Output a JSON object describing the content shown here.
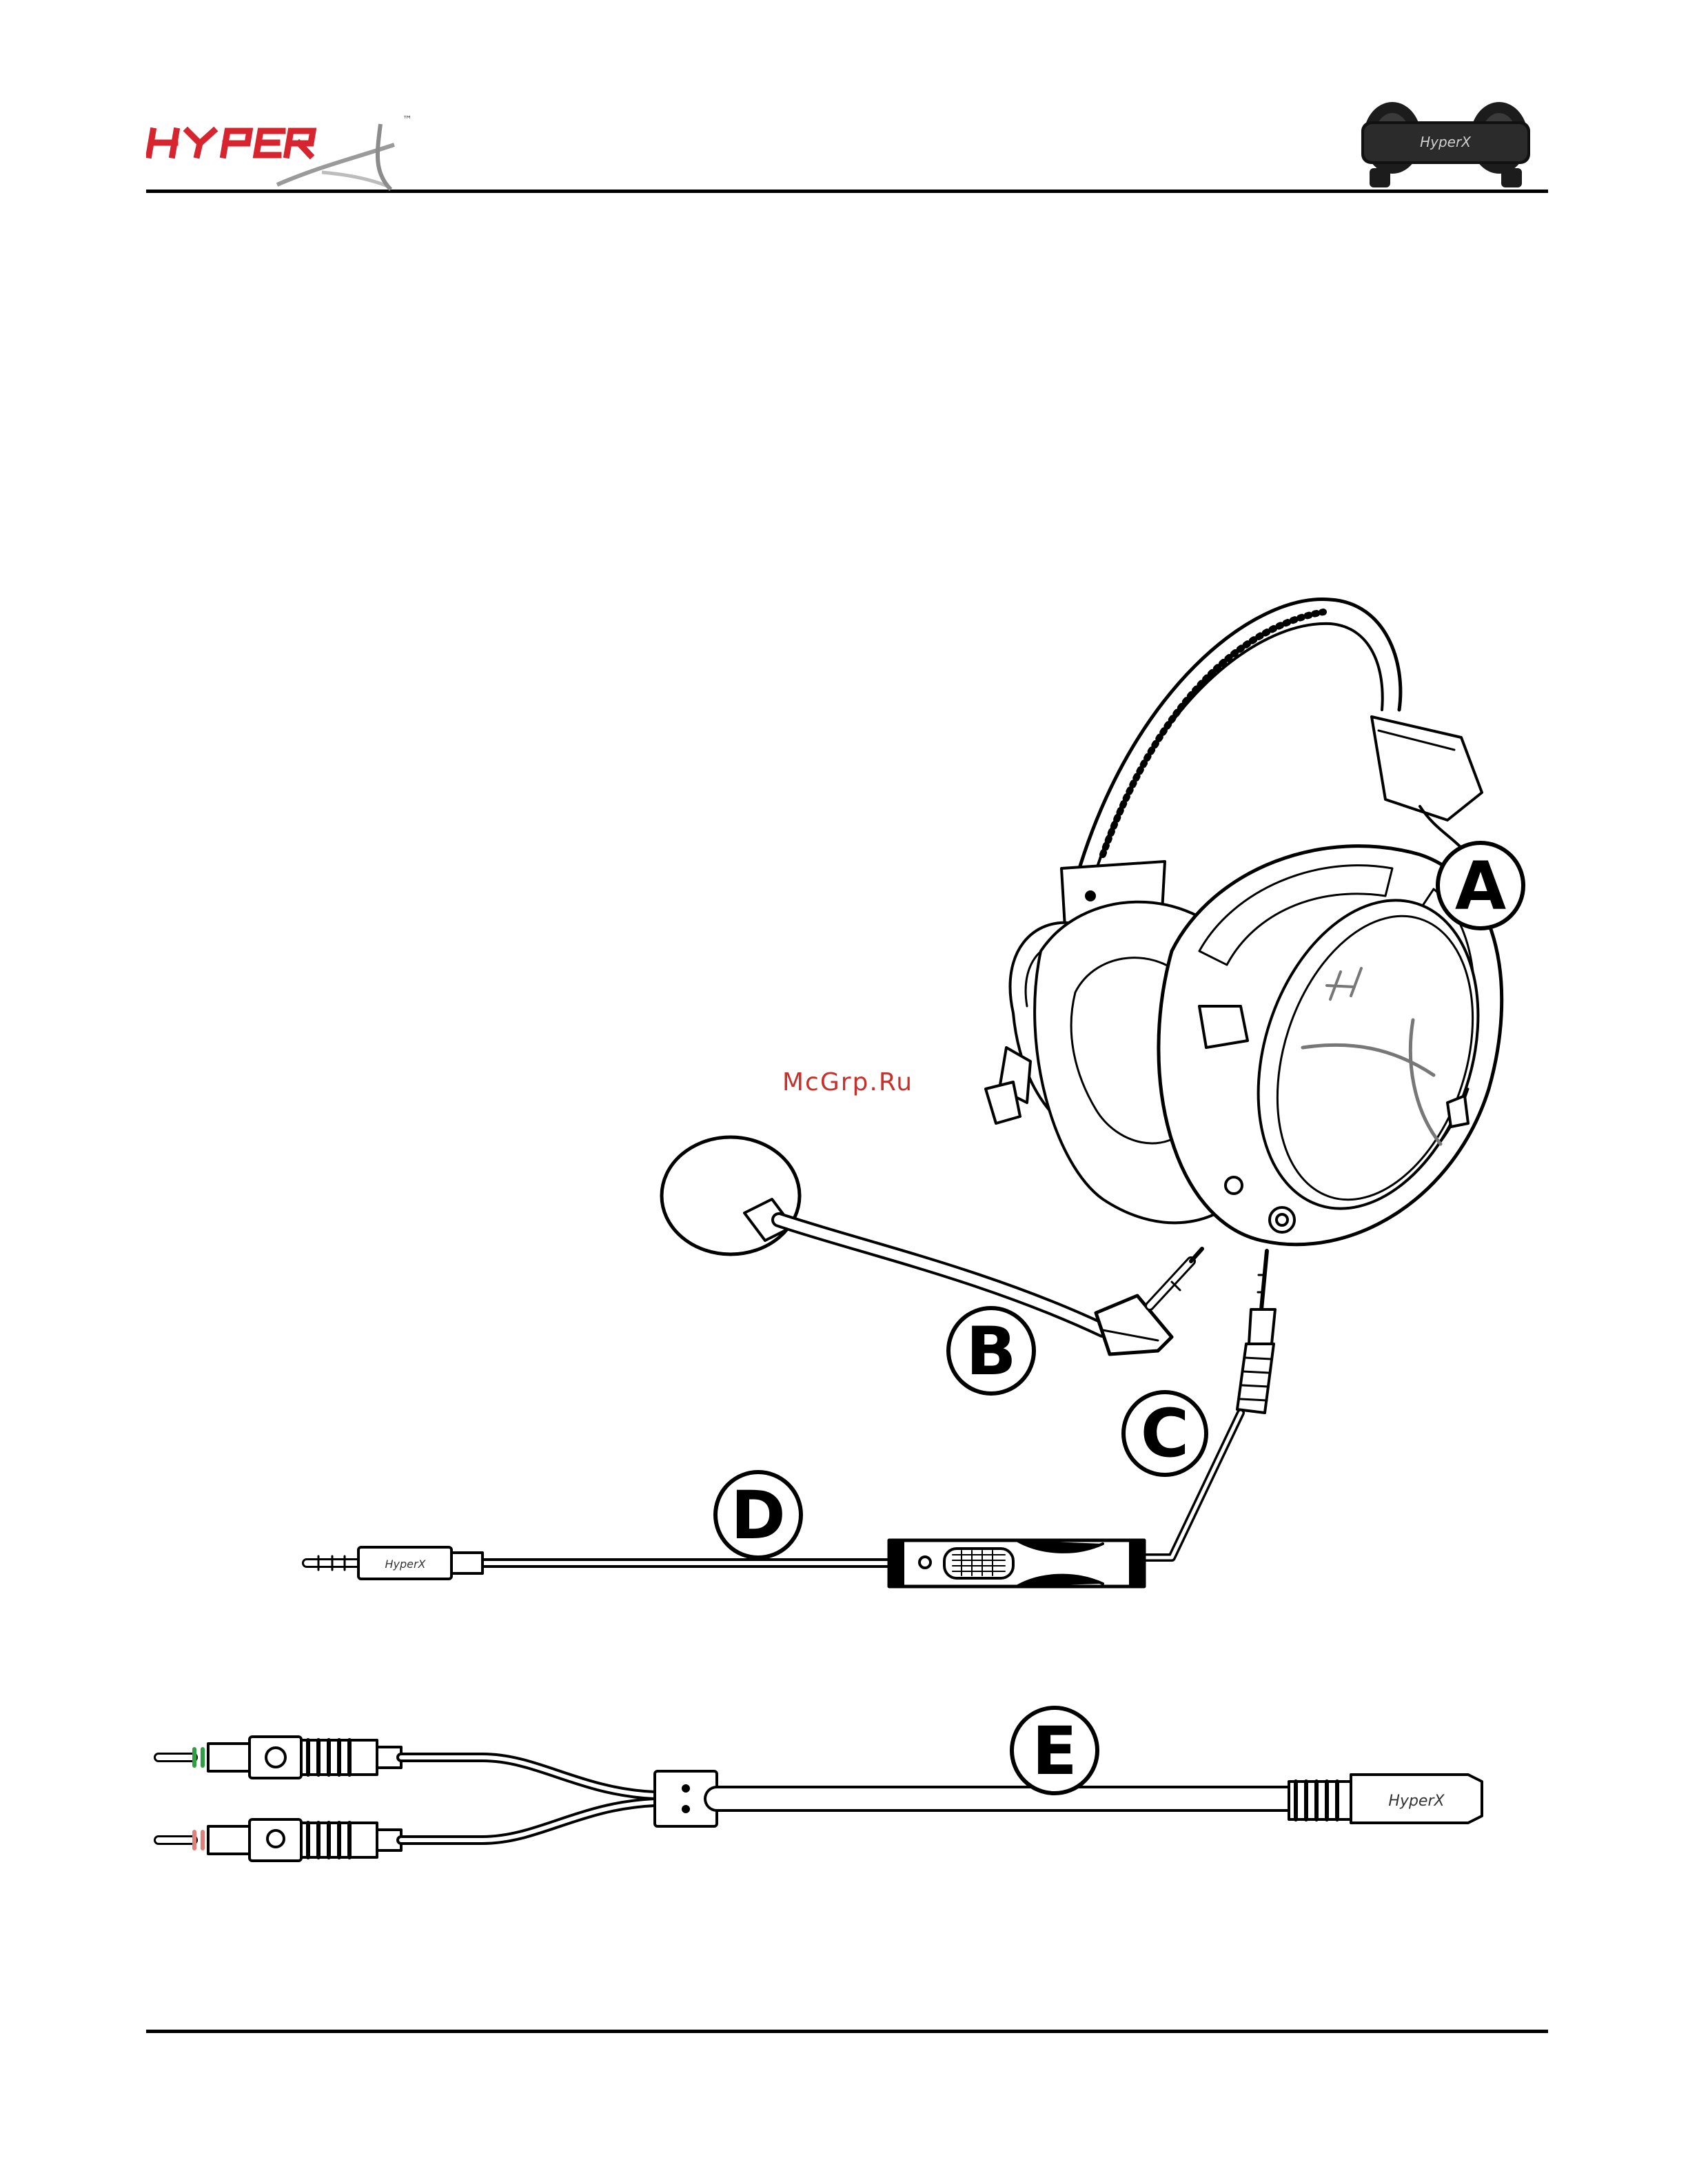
{
  "header": {
    "brand_logo_text": "HYPERX",
    "trademark": "™",
    "thumbnail_logo_text": "HyperX"
  },
  "watermark": "McGrp.Ru",
  "callouts": {
    "a": "A",
    "b": "B",
    "c": "C",
    "d": "D",
    "e": "E"
  },
  "markings": {
    "plug_brand": "HyperX",
    "adapter_brand": "HyperX"
  },
  "colors": {
    "brand_red": "#d6252f",
    "line": "#000000",
    "headphone_jack_band": "#2ea043",
    "mic_jack_band": "#e0807a"
  }
}
